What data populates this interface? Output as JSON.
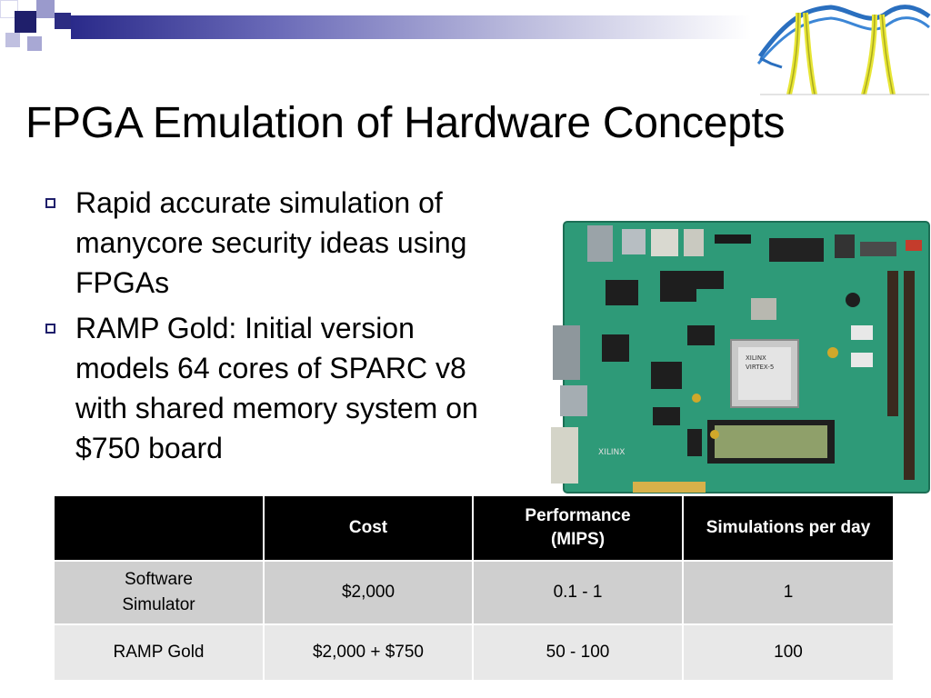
{
  "slide": {
    "title": "FPGA Emulation of Hardware Concepts",
    "bullets": [
      {
        "lines": [
          "Rapid accurate simulation of",
          "manycore security ideas using",
          "FPGAs"
        ]
      },
      {
        "lines": [
          "RAMP Gold: Initial version",
          "models 64 cores of SPARC v8",
          "with shared memory system on",
          "$750 board"
        ]
      }
    ]
  },
  "board_photo": {
    "chip_label_1": "XILINX",
    "chip_label_2": "VIRTEX-5",
    "board_brand": "XILINX"
  },
  "table": {
    "headers": [
      "",
      "Cost",
      "Performance (MIPS)",
      "Simulations per day"
    ],
    "header_perf_line1": "Performance",
    "header_perf_line2": "(MIPS)",
    "rows": [
      {
        "name_line1": "Software",
        "name_line2": "Simulator",
        "cost": "$2,000",
        "performance": "0.1 - 1",
        "sims": "1"
      },
      {
        "name": "RAMP Gold",
        "cost": "$2,000 + $750",
        "performance": "50 - 100",
        "sims": "100"
      }
    ]
  },
  "colors": {
    "accent_navy": "#1f1f6b",
    "header_bg": "#000000",
    "row1_bg": "#cfcfcf",
    "row2_bg": "#e8e8e8",
    "pcb_green": "#2e9a78"
  }
}
